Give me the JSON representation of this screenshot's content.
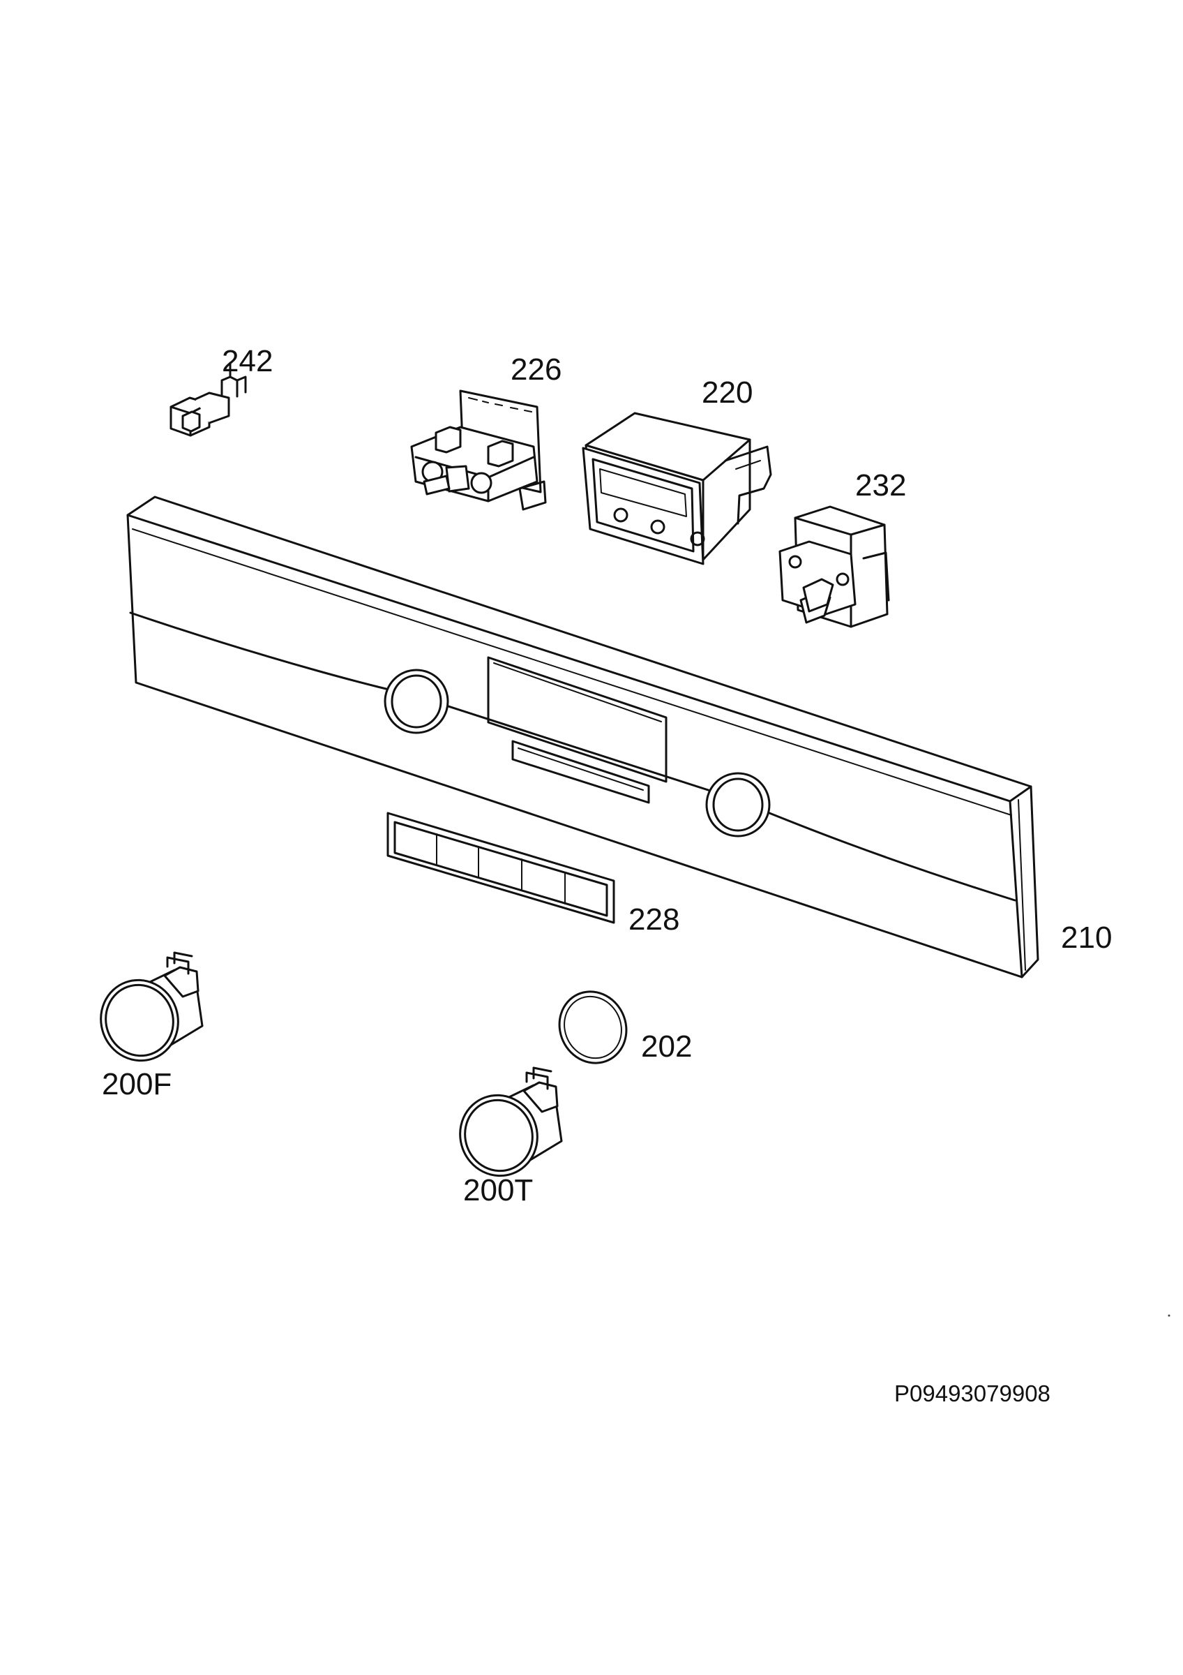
{
  "diagram": {
    "labels": {
      "p242": "242",
      "p226": "226",
      "p220": "220",
      "p232": "232",
      "p228": "228",
      "p210": "210",
      "p202": "202",
      "p200F": "200F",
      "p200T": "200T"
    },
    "drawing_code": "P09493079908"
  }
}
